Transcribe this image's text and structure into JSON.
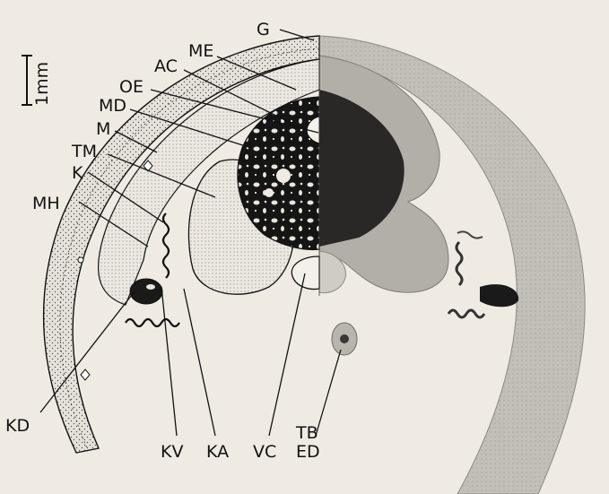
{
  "scale_bar": {
    "label": "1mm"
  },
  "labels": {
    "G": "G",
    "ME": "ME",
    "AC": "AC",
    "OE": "OE",
    "MD": "MD",
    "M": "M",
    "TM": "TM",
    "K": "K",
    "MH": "MH",
    "KD": "KD",
    "KV": "KV",
    "KA": "KA",
    "VC": "VC",
    "TB": "TB",
    "ED": "ED"
  },
  "colors": {
    "paper": "#efebe3",
    "ink": "#111111",
    "photo_tissue": "#bdbab4",
    "photo_dark": "#1a1a1a",
    "stipple_fill": "#d9d6cf"
  }
}
